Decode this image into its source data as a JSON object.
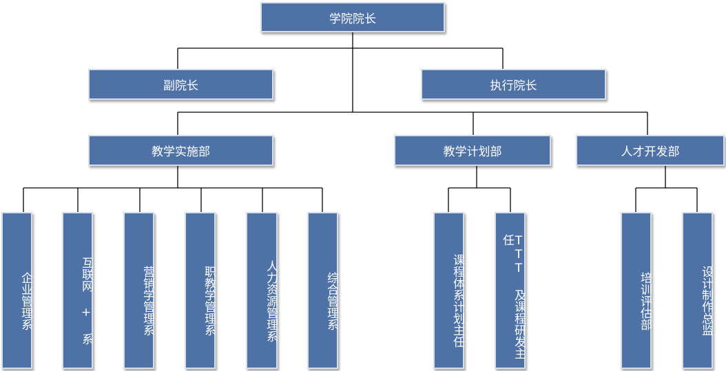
{
  "org": {
    "dean": "学院院长",
    "vice_dean": "副院长",
    "exec_dean": "执行院长",
    "teaching_dept": "教学实施部",
    "plan_dept": "教学计划部",
    "talent_dept": "人才开发部",
    "teaching_units": [
      "企业管理系",
      "互联网 + 系",
      "营销学管理系",
      "职教学管理系",
      "人力资源管理系",
      "综合管理系"
    ],
    "plan_units": [
      "课程体系计划主任",
      "TTT 及课程研发主任"
    ],
    "talent_units": [
      "培训评估部",
      "设计制作总监"
    ]
  },
  "colors": {
    "box_fill": "#4f72a6",
    "box_border": "#d8dee8",
    "text": "#ffffff",
    "line": "#000000"
  }
}
